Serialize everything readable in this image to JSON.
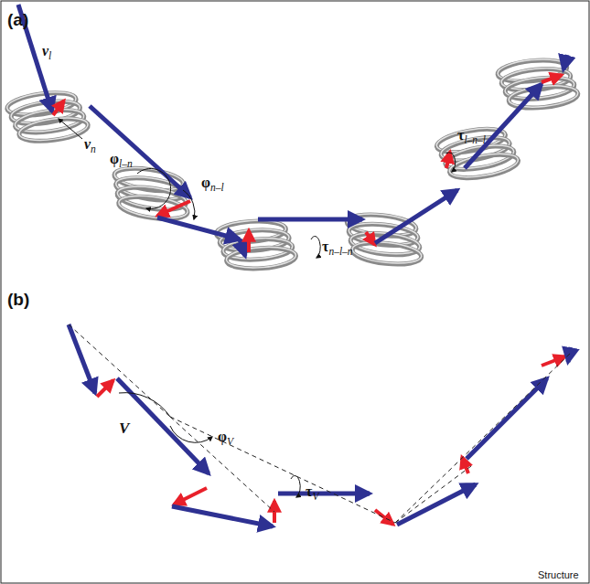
{
  "diagram": {
    "labels": [
      "(a)",
      "vl",
      "vn",
      "φl–n",
      "φn–l",
      "τn–l–n",
      "τl–n–l",
      "(b)",
      "V",
      "φV",
      "τV",
      "Structure"
    ]
  }
}
